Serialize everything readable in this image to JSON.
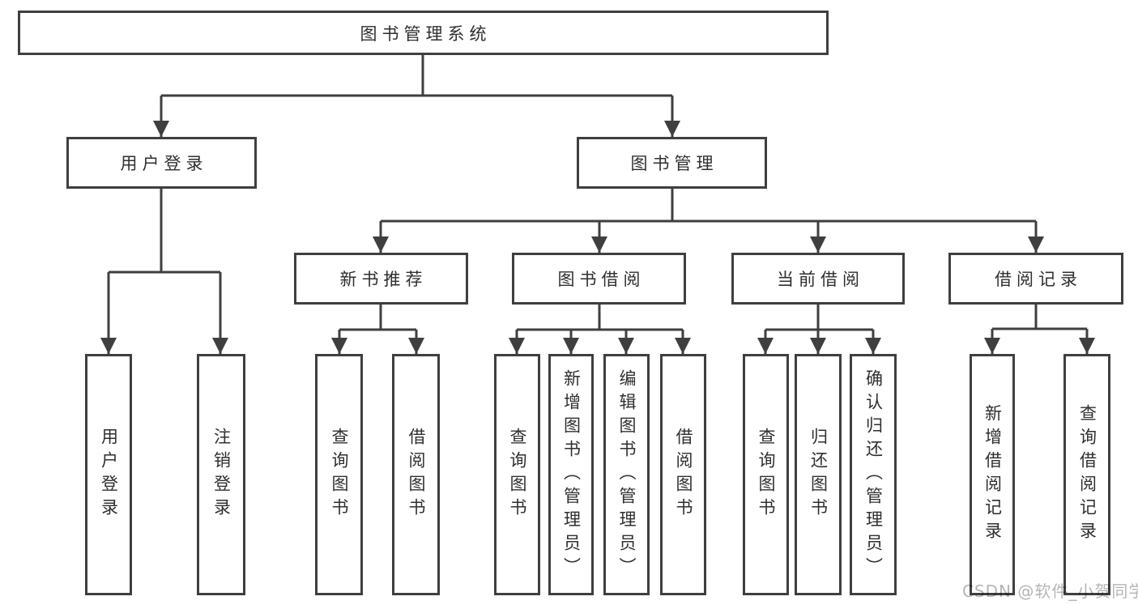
{
  "tree": {
    "root": "图书管理系统",
    "branches": [
      {
        "label": "用户登录",
        "leaves": [
          "用户登录",
          "注销登录"
        ]
      },
      {
        "label": "图书管理",
        "groups": [
          {
            "label": "新书推荐",
            "leaves": [
              "查询图书",
              "借阅图书"
            ]
          },
          {
            "label": "图书借阅",
            "leaves": [
              "查询图书",
              "新增图书（管理员）",
              "编辑图书（管理员）",
              "借阅图书"
            ]
          },
          {
            "label": "当前借阅",
            "leaves": [
              "查询图书",
              "归还图书",
              "确认归还（管理员）"
            ]
          },
          {
            "label": "借阅记录",
            "leaves": [
              "新增借阅记录",
              "查询借阅记录"
            ]
          }
        ]
      }
    ]
  },
  "watermark": "CSDN @软件_小贺同学",
  "colors": {
    "line": "#3f3f3f",
    "text": "#2f2f2f",
    "watermark": "#b5b5b5",
    "background": "#ffffff"
  }
}
